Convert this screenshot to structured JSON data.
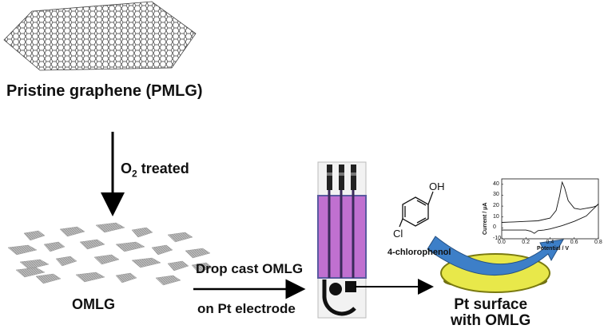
{
  "labels": {
    "pristine": "Pristine graphene (PMLG)",
    "o2_prefix": "O",
    "o2_sub": "2",
    "o2_suffix": " treated",
    "omlg": "OMLG",
    "drop_cast": "Drop cast OMLG",
    "on_pt": "on Pt electrode",
    "chlorophenol": "4-chlorophenol",
    "oh": "OH",
    "cl": "Cl",
    "pt_surface_1": "Pt surface",
    "pt_surface_2": "with OMLG"
  },
  "colors": {
    "graphene_line": "#333333",
    "flake": "#9a9a9a",
    "electrode_band": "#c070d0",
    "electrode_band_edge": "#5a5aa0",
    "pt_disc": "#e8e84a",
    "pt_disc_edge": "#7a7a10",
    "blue_arrow": "#3d7fc8"
  },
  "chart_data": {
    "type": "line",
    "xlabel": "Potential / V",
    "ylabel": "Current / μA",
    "xlim": [
      0.0,
      0.8
    ],
    "ylim": [
      -10,
      45
    ],
    "xticks": [
      "0.0",
      "0.2",
      "0.4",
      "0.6",
      "0.8"
    ],
    "yticks": [
      "-10",
      "0",
      "10",
      "20",
      "30",
      "40"
    ],
    "series": [
      {
        "x": [
          0.0,
          0.1,
          0.2,
          0.3,
          0.4,
          0.45,
          0.48,
          0.5,
          0.52,
          0.55,
          0.6,
          0.65,
          0.7,
          0.75,
          0.78,
          0.8
        ],
        "y": [
          5,
          5.5,
          6,
          6.5,
          9,
          16,
          30,
          42,
          37,
          25,
          18,
          17,
          18,
          19,
          20,
          22
        ]
      },
      {
        "x": [
          0.8,
          0.7,
          0.6,
          0.5,
          0.4,
          0.35,
          0.3,
          0.27,
          0.24,
          0.2,
          0.1,
          0.0
        ],
        "y": [
          22,
          11,
          6,
          2,
          -1,
          -2,
          -2.5,
          -5,
          -3,
          -2,
          -2,
          -2
        ]
      }
    ]
  }
}
